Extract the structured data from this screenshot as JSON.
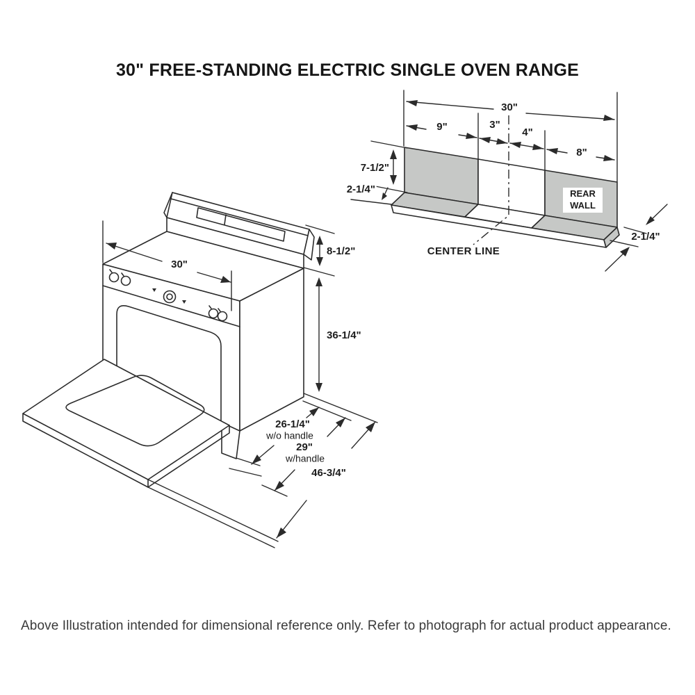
{
  "title": "30\" FREE-STANDING ELECTRIC SINGLE OVEN RANGE",
  "range_diagram": {
    "width": "30\"",
    "backsplash_height": "8-1/2\"",
    "height_to_cooktop": "36-1/4\"",
    "depth_without_handle": "26-1/4\"",
    "depth_without_handle_note": "w/o handle",
    "depth_with_handle": "29\"",
    "depth_with_handle_note": "w/handle",
    "depth_door_open": "46-3/4\""
  },
  "wall_diagram": {
    "overall_width": "30\"",
    "segment_left": "9\"",
    "segment_left_of_center": "3\"",
    "segment_right_of_center": "4\"",
    "segment_right": "8\"",
    "backguard_height": "7-1/2\"",
    "ledge_depth_left": "2-1/4\"",
    "ledge_depth_right": "2-1/4\"",
    "rear_wall_line1": "REAR",
    "rear_wall_line2": "WALL",
    "center_line": "CENTER LINE"
  },
  "footer": {
    "disclaimer": "Above Illustration intended for dimensional reference only. Refer to photograph for actual product appearance."
  },
  "colors": {
    "line": "#2b2b2b",
    "wall_gray": "#c6c8c6",
    "background": "#ffffff"
  }
}
